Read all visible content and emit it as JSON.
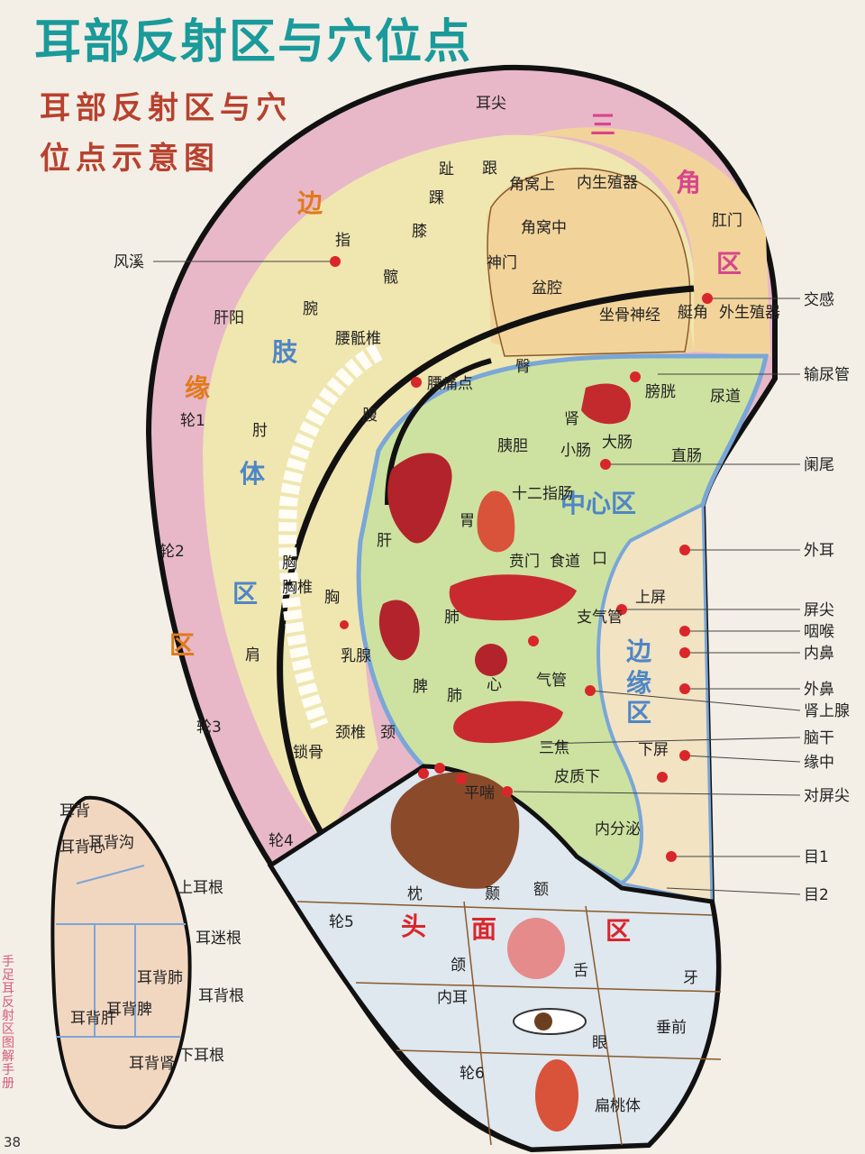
{
  "title": "耳部反射区与穴位点",
  "subtitle_line1": "耳部反射区与穴",
  "subtitle_line2": "位点示意图",
  "side_text": "手足耳反射区图解手册",
  "page_number": "38",
  "region_titles": {
    "san": "三",
    "jiao": "角",
    "qu1": "区",
    "bian": "边",
    "yuan": "缘",
    "qu2": "区",
    "zhi": "肢",
    "ti": "体",
    "qu3": "区",
    "center": "中心区",
    "edge_right_1": "边",
    "edge_right_2": "缘",
    "edge_right_3": "区",
    "head": "头",
    "face": "面",
    "qu4": "区"
  },
  "zone_labels": {
    "ear_tip": "耳尖",
    "toe": "趾",
    "heel": "跟",
    "ankle": "踝",
    "knee": "膝",
    "hip": "髋",
    "finger": "指",
    "wrist": "腕",
    "lumbosacral": "腰骶椎",
    "abdomen": "腹",
    "elbow": "肘",
    "thoracic": "胸椎",
    "chest": "胸",
    "mammary": "乳腺",
    "shoulder": "肩",
    "cervical": "颈椎",
    "neck": "颈",
    "clavicle": "锁骨",
    "liver_yang": "肝阳",
    "helix1": "轮1",
    "helix2": "轮2",
    "helix3": "轮3",
    "helix4": "轮4",
    "tri_upper": "角窝上",
    "tri_mid": "角窝中",
    "genital_in": "内生殖器",
    "shenmen": "神门",
    "pelvis": "盆腔",
    "sciatic": "坐骨神经",
    "buttock": "臀",
    "anus": "肛门",
    "cymba": "艇角",
    "ext_genital": "外生殖器",
    "bladder": "膀胱",
    "kidney": "肾",
    "urethra": "尿道",
    "pancreas": "胰胆",
    "small_int": "小肠",
    "large_int": "大肠",
    "rectum": "直肠",
    "duodenum": "十二指肠",
    "stomach": "胃",
    "liver": "肝",
    "cardia": "贲门",
    "esophagus": "食道",
    "mouth": "口",
    "lung1": "肺",
    "lung2": "肺",
    "trachea": "支气管",
    "heart": "心",
    "trachea2": "气管",
    "spleen": "脾",
    "sanjiao": "三焦",
    "cortex": "皮质下",
    "endocrine": "内分泌",
    "upper_tragus": "上屏",
    "lower_tragus": "下屏",
    "pingchuan": "平喘",
    "occiput": "枕",
    "temple": "颞",
    "forehead": "额",
    "helix5": "轮5",
    "jaw": "颌",
    "tongue": "舌",
    "tooth": "牙",
    "inner_ear": "内耳",
    "eye": "眼",
    "lobe_front": "垂前",
    "helix6": "轮6",
    "tonsil": "扁桃体",
    "lumbago": "腰痛点"
  },
  "callouts": {
    "fengxi": "风溪",
    "jiaogan": "交感",
    "ureter": "输尿管",
    "appendix": "阑尾",
    "outer_ear": "外耳",
    "tragus_tip": "屏尖",
    "throat": "咽喉",
    "inner_nose": "内鼻",
    "outer_nose": "外鼻",
    "adrenal": "肾上腺",
    "brainstem": "脑干",
    "yuanzhong": "缘中",
    "antitragus_tip": "对屏尖",
    "eye1": "目1",
    "eye2": "目2"
  },
  "back_labels": {
    "back_heart": "耳背心",
    "back_groove": "耳背沟",
    "upper_root": "上耳根",
    "vagus_root": "耳迷根",
    "back_lung": "耳背肺",
    "back_liver": "耳背肝",
    "back_spleen": "耳背脾",
    "back_root": "耳背根",
    "lower_root": "下耳根",
    "back_kidney": "耳背肾"
  },
  "colors": {
    "title": "#1a9a9a",
    "subtitle": "#b8412e",
    "helix": "#e8b8c8",
    "triangle": "#f2d49b",
    "limb": "#f0e6b0",
    "center": "#cde2a0",
    "lobe": "#dfe7ef",
    "outline": "#111111",
    "blue_line": "#7aa6d8",
    "dot": "#d9262b"
  }
}
